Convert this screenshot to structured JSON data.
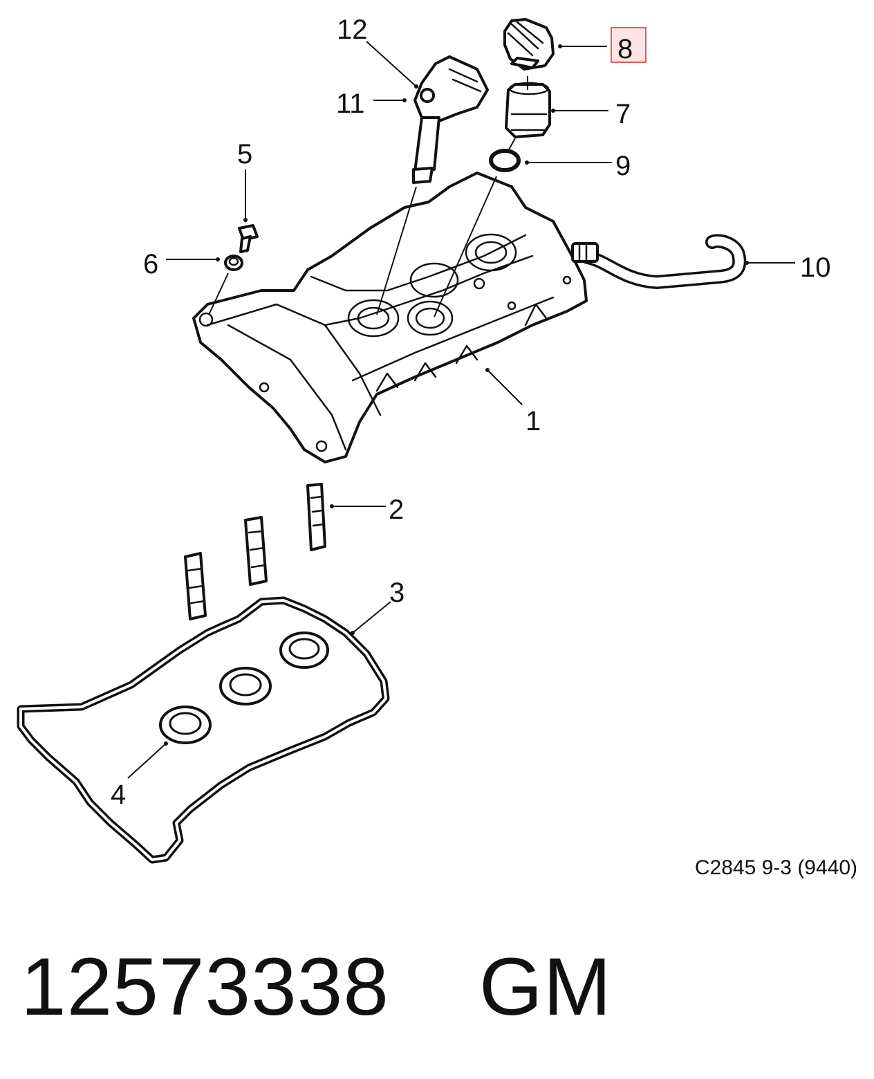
{
  "diagram": {
    "callouts": {
      "c1": "1",
      "c2": "2",
      "c3": "3",
      "c4": "4",
      "c5": "5",
      "c6": "6",
      "c7": "7",
      "c8": "8",
      "c9": "9",
      "c10": "10",
      "c11": "11",
      "c12": "12"
    },
    "highlighted_callout": "8",
    "highlight_color": "#e05a5a",
    "drawing_code": "C2845 9-3 (9440)"
  },
  "footer": {
    "part_number": "12573338",
    "brand": "GM"
  }
}
